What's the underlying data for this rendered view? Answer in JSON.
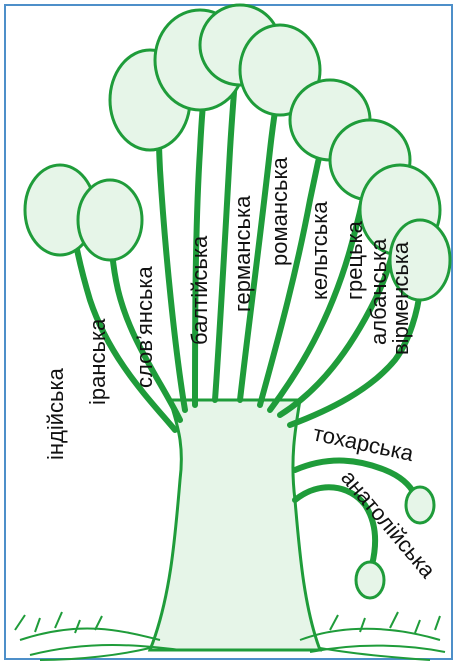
{
  "colors": {
    "frame": "#4d8fc9",
    "tree_stroke": "#1f9c3a",
    "tree_fill": "#e6f5e8",
    "text": "#111111"
  },
  "branches": [
    {
      "id": "indian",
      "label": "індійська"
    },
    {
      "id": "iranian",
      "label": "іранська"
    },
    {
      "id": "slavic",
      "label": "слов’янська"
    },
    {
      "id": "baltic",
      "label": "балтійська"
    },
    {
      "id": "germanic",
      "label": "германська"
    },
    {
      "id": "romance",
      "label": "романська"
    },
    {
      "id": "celtic",
      "label": "кельтська"
    },
    {
      "id": "greek",
      "label": "грецька"
    },
    {
      "id": "albanian",
      "label": "албанська"
    },
    {
      "id": "armenian",
      "label": "вірменська"
    },
    {
      "id": "tocharian",
      "label": "тохарська"
    },
    {
      "id": "anatolian",
      "label": "анатолійська"
    }
  ]
}
